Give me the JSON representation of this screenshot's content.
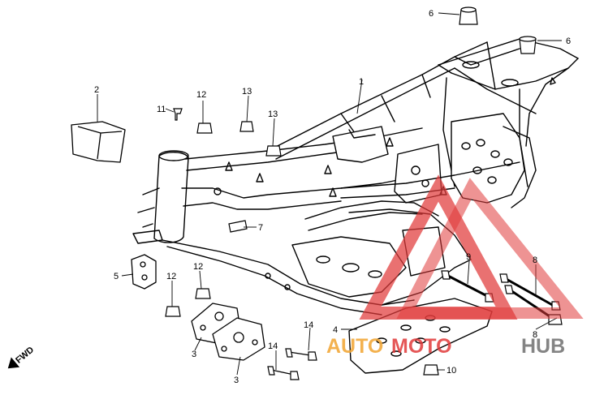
{
  "diagram": {
    "callouts": [
      {
        "id": "c6a",
        "text": "6"
      },
      {
        "id": "c6b",
        "text": "6"
      },
      {
        "id": "c1",
        "text": "1"
      },
      {
        "id": "c2",
        "text": "2"
      },
      {
        "id": "c11",
        "text": "11"
      },
      {
        "id": "c12a",
        "text": "12"
      },
      {
        "id": "c13a",
        "text": "13"
      },
      {
        "id": "c13b",
        "text": "13"
      },
      {
        "id": "c7",
        "text": "7"
      },
      {
        "id": "c5",
        "text": "5"
      },
      {
        "id": "c12b",
        "text": "12"
      },
      {
        "id": "c12c",
        "text": "12"
      },
      {
        "id": "c9",
        "text": "9"
      },
      {
        "id": "c8a",
        "text": "8"
      },
      {
        "id": "c8b",
        "text": "8"
      },
      {
        "id": "c14a",
        "text": "14"
      },
      {
        "id": "c4",
        "text": "4"
      },
      {
        "id": "c14b",
        "text": "14"
      },
      {
        "id": "c3a",
        "text": "3"
      },
      {
        "id": "c3b",
        "text": "3"
      },
      {
        "id": "c10",
        "text": "10"
      }
    ],
    "fwd_label": "FWD"
  },
  "watermark": {
    "part1": "AUTO",
    "part2": "MOTO",
    "part3": "HUB",
    "colors": {
      "orange": "#f2a93b",
      "red": "#e03a3a",
      "gray": "#8a8a8a"
    }
  }
}
